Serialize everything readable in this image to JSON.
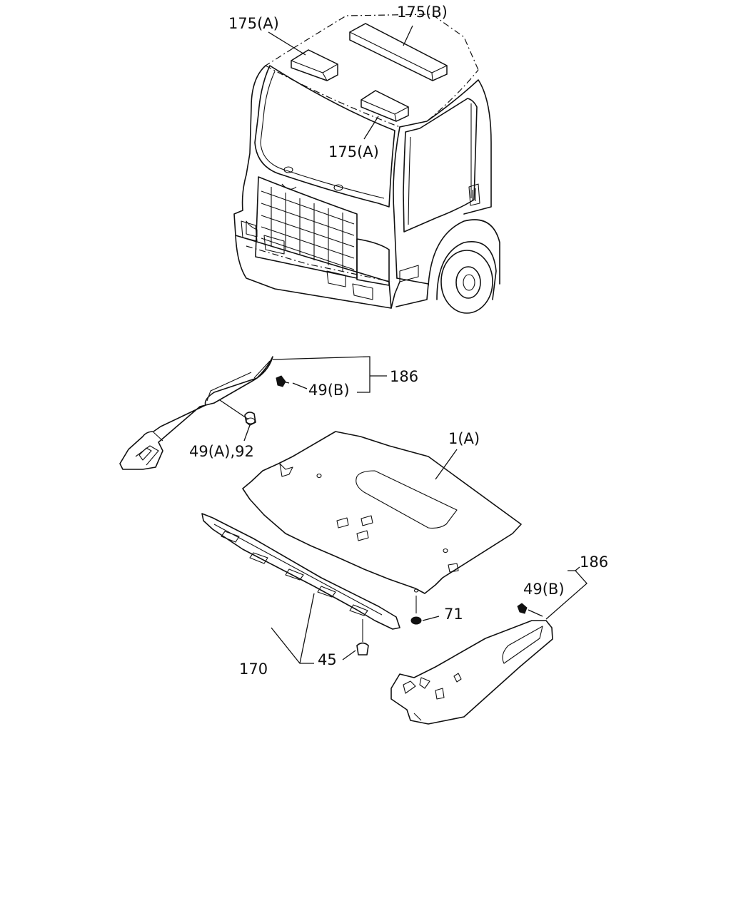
{
  "callouts": {
    "c175a_top": "175(A)",
    "c175b": "175(B)",
    "c175a_mid": "175(A)",
    "c186_top": "186",
    "c49b_top": "49(B)",
    "c49a92": "49(A),92",
    "c1a": "1(A)",
    "c186_right": "186",
    "c49b_right": "49(B)",
    "c71": "71",
    "c45": "45",
    "c170": "170"
  }
}
